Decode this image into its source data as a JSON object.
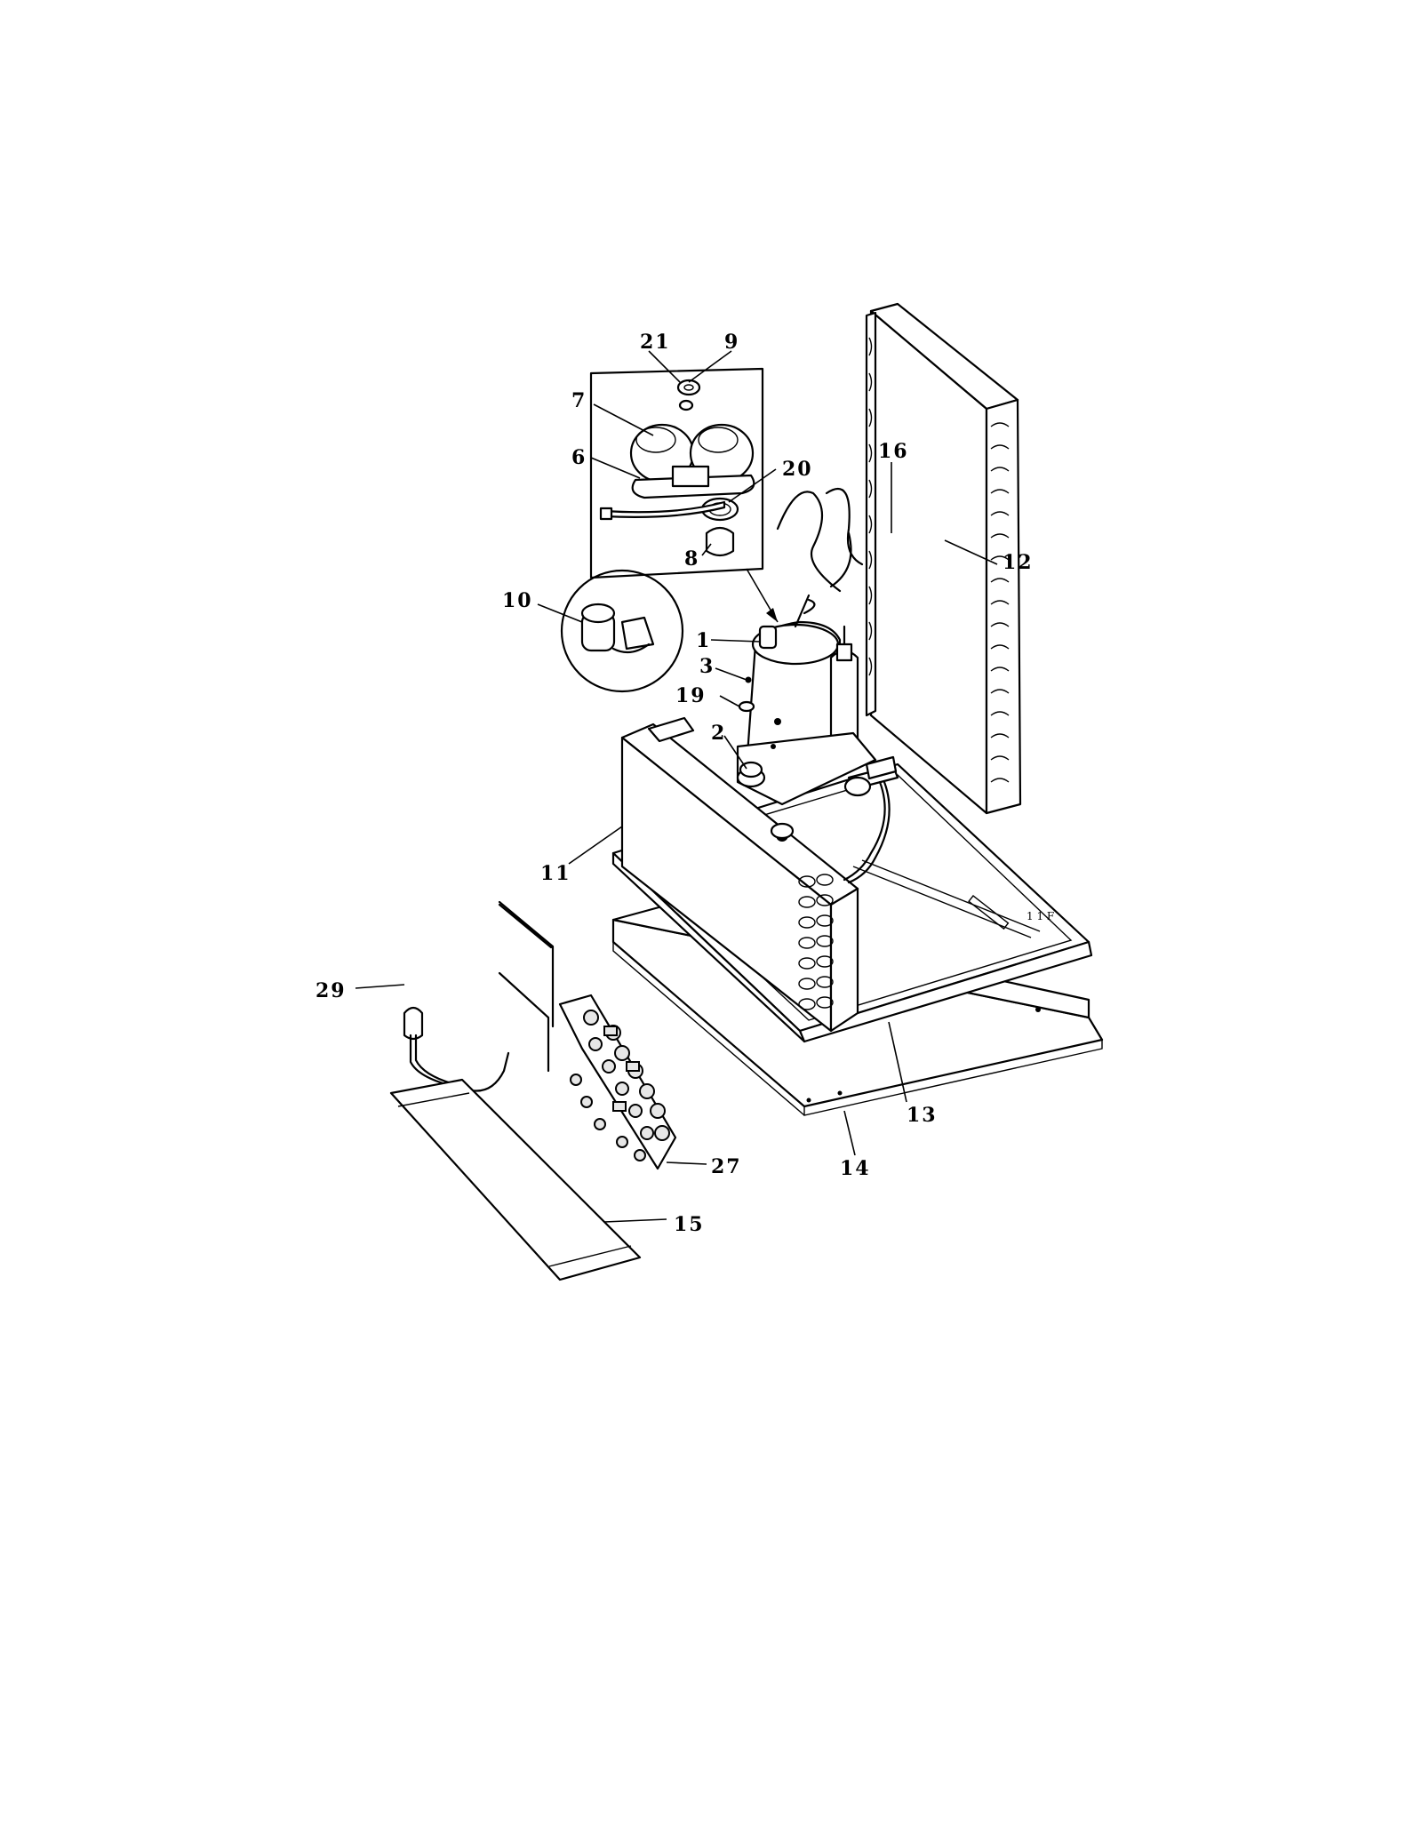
{
  "callouts": [
    "1",
    "2",
    "3",
    "6",
    "7",
    "8",
    "9",
    "10",
    "11",
    "12",
    "13",
    "14",
    "15",
    "16",
    "19",
    "20",
    "21",
    "27",
    "29"
  ]
}
